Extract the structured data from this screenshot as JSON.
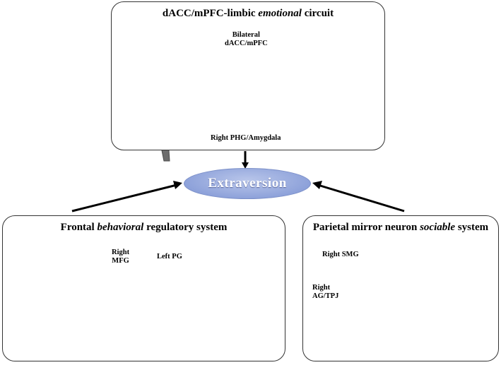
{
  "panels": {
    "top": {
      "title_pre": "dACC/mPFC-limbic ",
      "title_em": "emotional",
      "title_post": " circuit",
      "label_dacc": [
        "Bilateral",
        "dACC/mPFC"
      ],
      "label_phg": "Right PHG/Amygdala"
    },
    "left": {
      "title_pre": "Frontal ",
      "title_em": "behavioral",
      "title_post": " regulatory system",
      "label_mfg": [
        "Right",
        "MFG"
      ],
      "label_pg": "Left PG"
    },
    "right": {
      "title_pre": "Parietal mirror neuron ",
      "title_em": "sociable",
      "title_post": " system",
      "label_smg": "Right SMG",
      "label_ag": [
        "Right",
        "AG/TPJ"
      ]
    }
  },
  "center_label": "Extraversion",
  "colors": {
    "brain": "#8c8c8c",
    "red_region": "#c81414",
    "green_region": "#1f9a1f",
    "connection": "#a9c3e8",
    "oval": "#8ea2da"
  }
}
